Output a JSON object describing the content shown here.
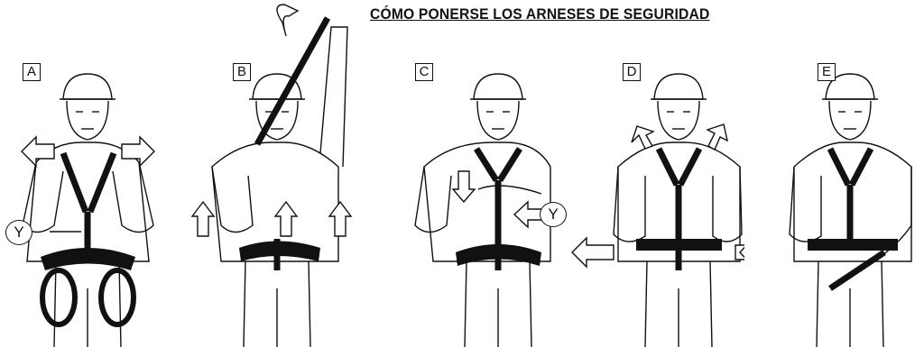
{
  "title": "CÓMO PONERSE LOS ARNESES DE SEGURIDAD",
  "steps": [
    {
      "label": "A",
      "callout": "Y"
    },
    {
      "label": "B"
    },
    {
      "label": "C",
      "callout": "Y"
    },
    {
      "label": "D"
    },
    {
      "label": "E"
    }
  ]
}
